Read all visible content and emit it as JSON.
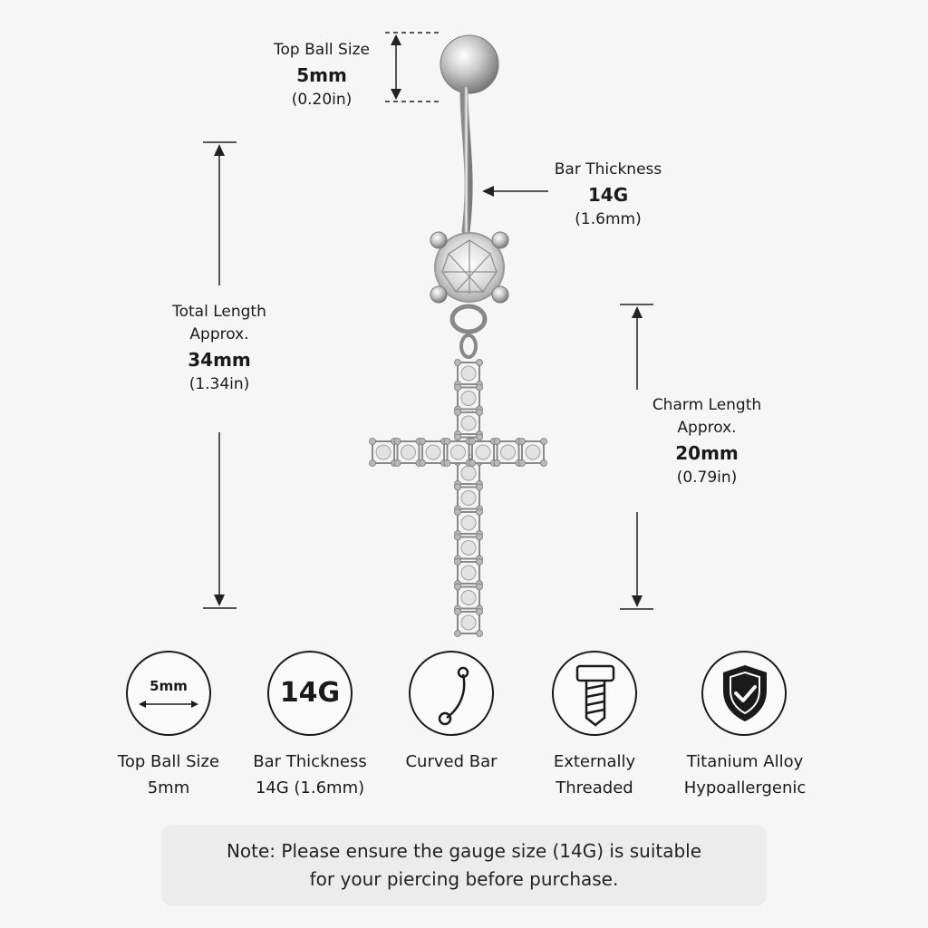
{
  "top_ball": {
    "title": "Top Ball Size",
    "value": "5mm",
    "sub": "(0.20in)"
  },
  "bar_thickness": {
    "title": "Bar Thickness",
    "value": "14G",
    "sub": "(1.6mm)"
  },
  "total_length": {
    "title": "Total Length",
    "title2": "Approx.",
    "value": "34mm",
    "sub": "(1.34in)"
  },
  "charm_length": {
    "title": "Charm Length",
    "title2": "Approx.",
    "value": "20mm",
    "sub": "(0.79in)"
  },
  "features": [
    {
      "icon_text": "5mm",
      "line1": "Top Ball Size",
      "line2": "5mm",
      "icon": "ball-size-icon"
    },
    {
      "icon_text": "14G",
      "line1": "Bar Thickness",
      "line2": "14G (1.6mm)",
      "icon": "gauge-icon"
    },
    {
      "line1": "Curved Bar",
      "line2": "",
      "icon": "curved-bar-icon"
    },
    {
      "line1": "Externally",
      "line2": "Threaded",
      "icon": "screw-icon"
    },
    {
      "line1": "Titanium Alloy",
      "line2": "Hypoallergenic",
      "icon": "shield-check-icon"
    }
  ],
  "note": {
    "line1": "Note: Please ensure the gauge size (14G) is suitable",
    "line2": "for your piercing before purchase."
  }
}
